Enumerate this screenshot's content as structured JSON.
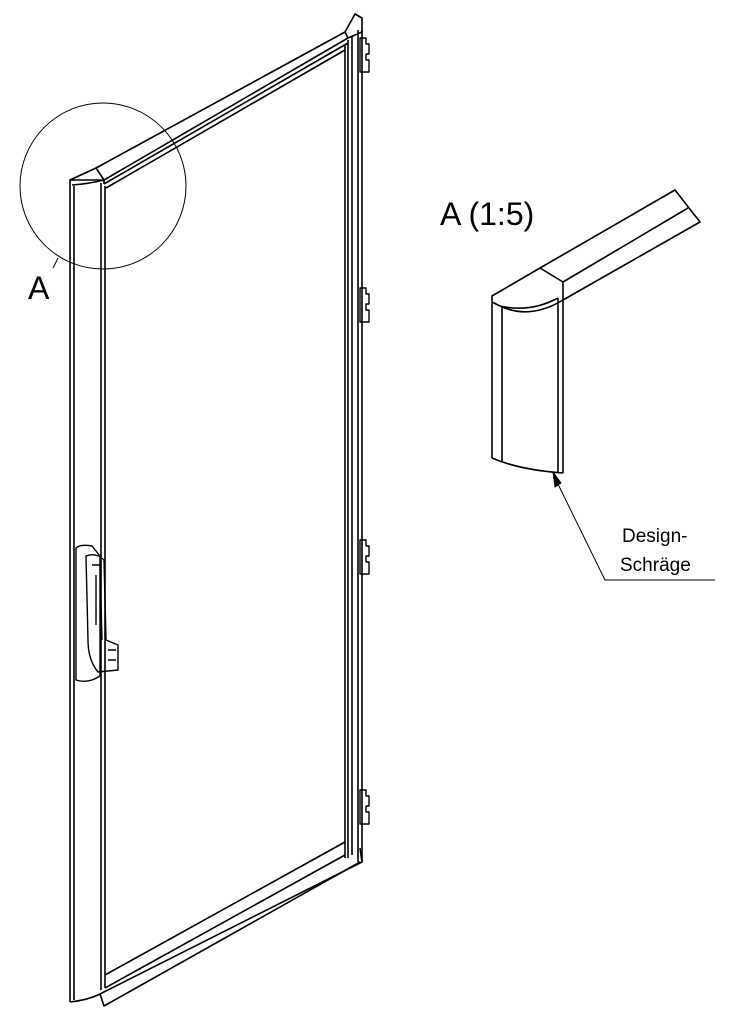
{
  "drawing": {
    "detail_marker_label": "A",
    "detail_view_title": "A (1:5)",
    "callout_line1": "Design-",
    "callout_line2": "Schräge"
  },
  "colors": {
    "line": "#000000",
    "background": "#ffffff"
  }
}
